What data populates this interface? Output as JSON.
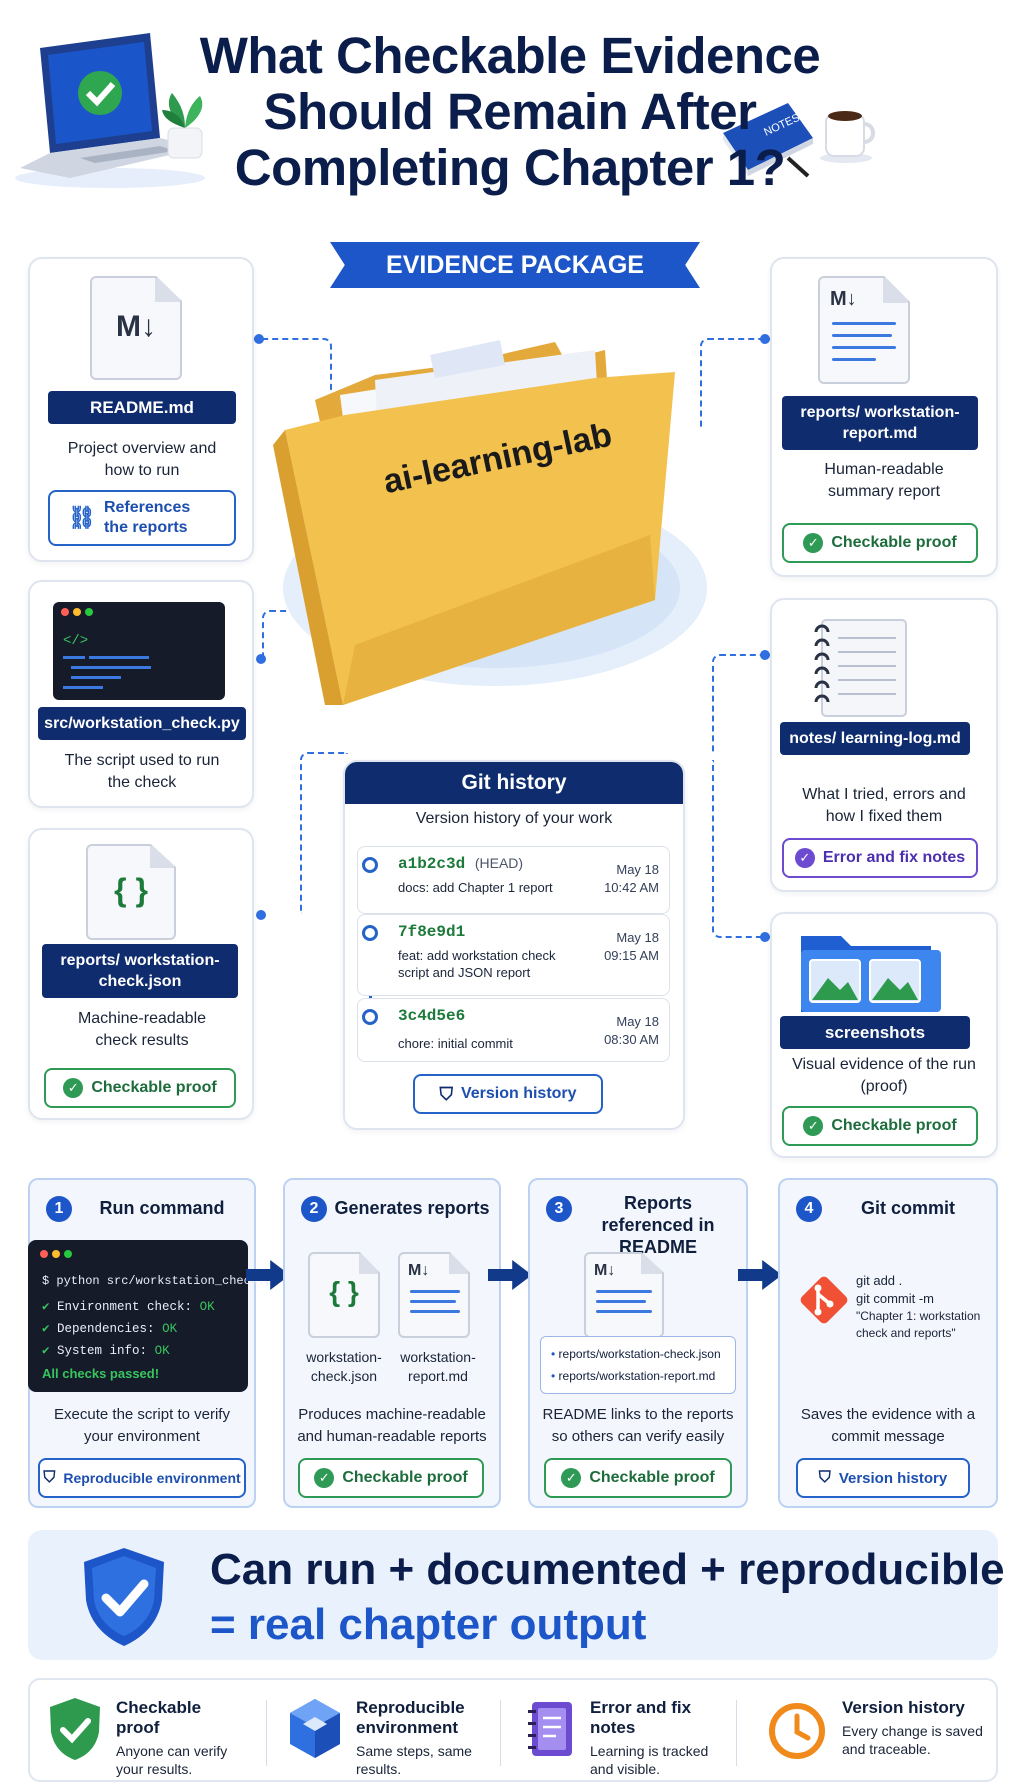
{
  "title": "What Checkable Evidence Should Remain After Completing Chapter 1?",
  "ribbon": "EVIDENCE PACKAGE",
  "folder_label": "ai-learning-lab",
  "cards": {
    "readme": {
      "label": "README.md",
      "desc": "Project overview and how to run",
      "pill": "References the reports"
    },
    "script": {
      "label": "src/workstation_check.py",
      "desc": "The script used to run the check"
    },
    "json": {
      "label": "reports/ workstation-check.json",
      "desc": "Machine-readable check results",
      "pill": "Checkable proof"
    },
    "report": {
      "label": "reports/ workstation-report.md",
      "desc": "Human-readable summary report",
      "pill": "Checkable proof"
    },
    "notes": {
      "label": "notes/ learning-log.md",
      "desc": "What I tried, errors and how I fixed them",
      "pill": "Error and fix notes"
    },
    "screens": {
      "label": "screenshots",
      "desc": "Visual evidence of the run (proof)",
      "pill": "Checkable proof"
    }
  },
  "git": {
    "title": "Git history",
    "subtitle": "Version history of your work",
    "commits": [
      {
        "hash": "a1b2c3d",
        "tag": "(HEAD)",
        "msg": "docs: add Chapter 1 report",
        "date": "May 18",
        "time": "10:42 AM"
      },
      {
        "hash": "7f8e9d1",
        "tag": "",
        "msg": "feat: add workstation check script and JSON report",
        "date": "May 18",
        "time": "09:15 AM"
      },
      {
        "hash": "3c4d5e6",
        "tag": "",
        "msg": "chore: initial commit",
        "date": "May 18",
        "time": "08:30 AM"
      }
    ],
    "button": "Version history"
  },
  "steps": [
    {
      "num": "1",
      "title": "Run command",
      "desc": "Execute the script to verify your environment",
      "pill": "Reproducible environment"
    },
    {
      "num": "2",
      "title": "Generates reports",
      "desc": "Produces machine-readable and human-readable reports",
      "pill": "Checkable proof",
      "file1": "workstation- check.json",
      "file2": "workstation- report.md"
    },
    {
      "num": "3",
      "title": "Reports referenced in README",
      "desc": "README links to the reports so others can verify easily",
      "pill": "Checkable proof",
      "link1": "reports/workstation-check.json",
      "link2": "reports/workstation-report.md"
    },
    {
      "num": "4",
      "title": "Git commit",
      "desc": "Saves the evidence with a commit message",
      "pill": "Version history"
    }
  ],
  "terminal": {
    "cmd": "$ python src/workstation_check.py",
    "l1": "Environment check: ",
    "l1v": "OK",
    "l2": "Dependencies: ",
    "l2v": "OK",
    "l3": "System info: ",
    "l3v": "OK",
    "l4": "All checks passed!"
  },
  "git_cmd": {
    "l1": "git add .",
    "l2": "git commit -m",
    "l3": "\"Chapter 1: workstation check and reports\""
  },
  "summary": {
    "line1": "Can run + documented + reproducible",
    "line2": "=  real chapter output"
  },
  "legend": [
    {
      "title": "Checkable proof",
      "desc": "Anyone can verify your results."
    },
    {
      "title": "Reproducible environment",
      "desc": "Same steps, same results."
    },
    {
      "title": "Error and fix notes",
      "desc": "Learning is tracked and visible."
    },
    {
      "title": "Version history",
      "desc": "Every change is saved and traceable."
    }
  ],
  "colors": {
    "navy": "#0f2c6e",
    "accent": "#1d56c9",
    "green": "#2f9a55",
    "purple": "#6d4bd0",
    "folder": "#f2c14e"
  },
  "icons": [
    "laptop-check-icon",
    "plant-icon",
    "notebook-icon",
    "coffee-cup-icon",
    "markdown-file-icon",
    "code-window-icon",
    "json-file-icon",
    "notepad-icon",
    "image-folder-icon",
    "git-logo-icon",
    "shield-check-icon",
    "cube-icon",
    "clock-icon",
    "link-icon"
  ]
}
